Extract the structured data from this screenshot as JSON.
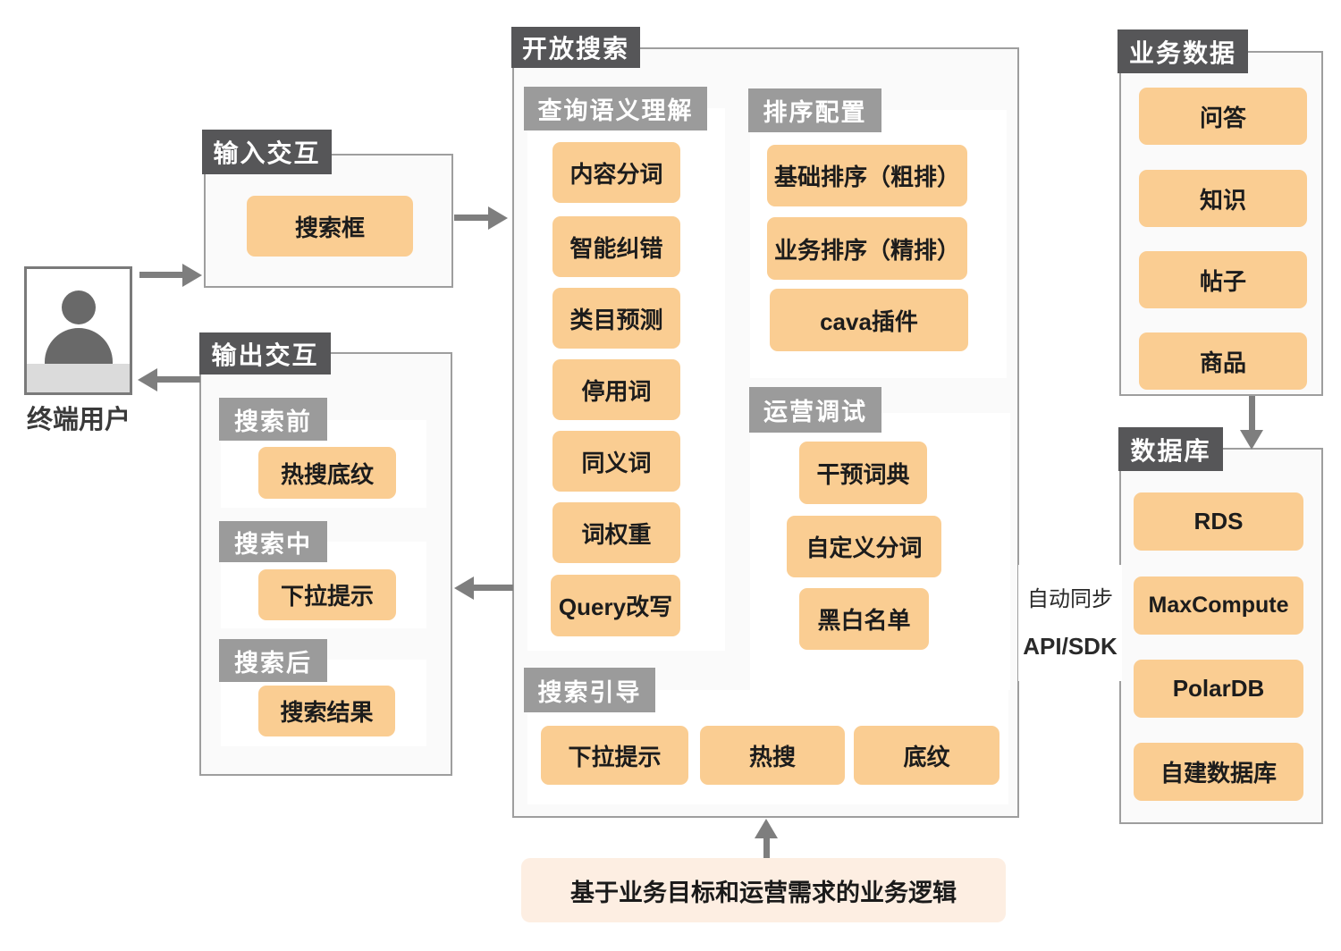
{
  "user": {
    "label": "终端用户"
  },
  "input_section": {
    "title": "输入交互",
    "items": [
      "搜索框"
    ]
  },
  "output_section": {
    "title": "输出交互",
    "groups": [
      {
        "label": "搜索前",
        "item": "热搜底纹"
      },
      {
        "label": "搜索中",
        "item": "下拉提示"
      },
      {
        "label": "搜索后",
        "item": "搜索结果"
      }
    ]
  },
  "open_search": {
    "title": "开放搜索",
    "query_understanding": {
      "title": "查询语义理解",
      "items": [
        "内容分词",
        "智能纠错",
        "类目预测",
        "停用词",
        "同义词",
        "词权重",
        "Query改写"
      ]
    },
    "ranking": {
      "title": "排序配置",
      "items": [
        "基础排序（粗排）",
        "业务排序（精排）",
        "cava插件"
      ]
    },
    "ops_debug": {
      "title": "运营调试",
      "items": [
        "干预词典",
        "自定义分词",
        "黑白名单"
      ]
    },
    "search_guide": {
      "title": "搜索引导",
      "items": [
        "下拉提示",
        "热搜",
        "底纹"
      ]
    }
  },
  "business_data": {
    "title": "业务数据",
    "items": [
      "问答",
      "知识",
      "帖子",
      "商品"
    ]
  },
  "database": {
    "title": "数据库",
    "items": [
      "RDS",
      "MaxCompute",
      "PolarDB",
      "自建数据库"
    ]
  },
  "sync": {
    "top_label": "自动同步",
    "bottom_label": "API/SDK"
  },
  "bottom_note": {
    "text": "基于业务目标和运营需求的业务逻辑"
  },
  "colors": {
    "accent_orange": "#FACD92",
    "dark_label": "#565658",
    "light_label": "#9B9B9B",
    "arrow": "#7E7E7E",
    "note_bg": "#FDEEE2",
    "container_bg": "#FAFAFA",
    "container_border": "#9E9E9E",
    "item_text": "#1C1C1C"
  }
}
